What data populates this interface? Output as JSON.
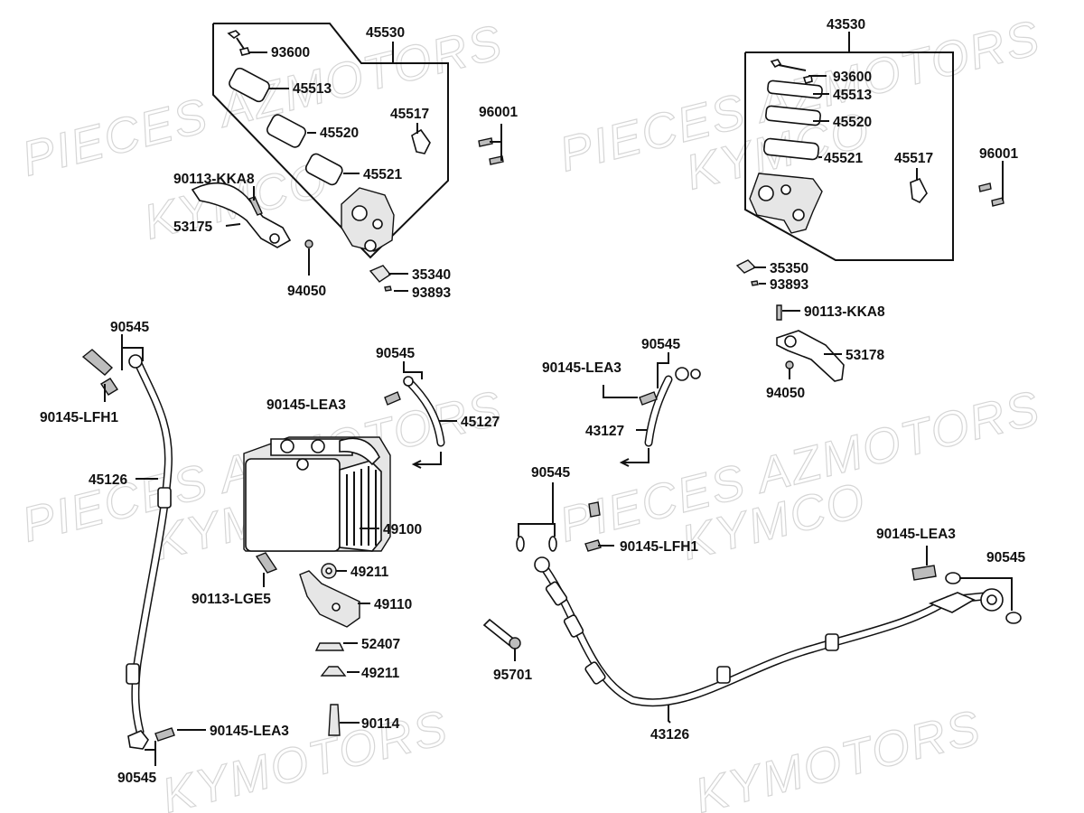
{
  "watermarks": [
    {
      "id": "wm1",
      "text": "PIECES AZMOTORS"
    },
    {
      "id": "wm2",
      "text": "KYMCO"
    },
    {
      "id": "wm3",
      "text": "PIECES AZMOTORS"
    },
    {
      "id": "wm4",
      "text": "KYMCO"
    },
    {
      "id": "wm5",
      "text": "PIECES AZMOTORS"
    },
    {
      "id": "wm6",
      "text": "KYMCO"
    },
    {
      "id": "wm7",
      "text": "PIECES AZMOTORS"
    },
    {
      "id": "wm8",
      "text": "KYMCO"
    },
    {
      "id": "wm9",
      "text": "KYMOTORS"
    },
    {
      "id": "wm10",
      "text": "KYMOTORS"
    }
  ],
  "labels": [
    {
      "id": "l45530",
      "text": "45530"
    },
    {
      "id": "l93600a",
      "text": "93600"
    },
    {
      "id": "l45513a",
      "text": "45513"
    },
    {
      "id": "l45517a",
      "text": "45517"
    },
    {
      "id": "l45520a",
      "text": "45520"
    },
    {
      "id": "l45521a",
      "text": "45521"
    },
    {
      "id": "l96001a",
      "text": "96001"
    },
    {
      "id": "l90113a",
      "text": "90113-KKA8"
    },
    {
      "id": "l53175",
      "text": "53175"
    },
    {
      "id": "l94050a",
      "text": "94050"
    },
    {
      "id": "l35340",
      "text": "35340"
    },
    {
      "id": "l93893a",
      "text": "93893"
    },
    {
      "id": "l43530",
      "text": "43530"
    },
    {
      "id": "l93600b",
      "text": "93600"
    },
    {
      "id": "l45513b",
      "text": "45513"
    },
    {
      "id": "l45520b",
      "text": "45520"
    },
    {
      "id": "l45521b",
      "text": "45521"
    },
    {
      "id": "l45517b",
      "text": "45517"
    },
    {
      "id": "l96001b",
      "text": "96001"
    },
    {
      "id": "l35350",
      "text": "35350"
    },
    {
      "id": "l93893b",
      "text": "93893"
    },
    {
      "id": "l90113b",
      "text": "90113-KKA8"
    },
    {
      "id": "l53178",
      "text": "53178"
    },
    {
      "id": "l94050b",
      "text": "94050"
    },
    {
      "id": "l90545a",
      "text": "90545"
    },
    {
      "id": "l90145LFH1a",
      "text": "90145-LFH1"
    },
    {
      "id": "l45126",
      "text": "45126"
    },
    {
      "id": "l90145LEA3a",
      "text": "90145-LEA3"
    },
    {
      "id": "l90545b",
      "text": "90545"
    },
    {
      "id": "l90545c",
      "text": "90545"
    },
    {
      "id": "l90145LEA3b",
      "text": "90145-LEA3"
    },
    {
      "id": "l45127",
      "text": "45127"
    },
    {
      "id": "l49100",
      "text": "49100"
    },
    {
      "id": "l49211a",
      "text": "49211"
    },
    {
      "id": "l90113LGE5",
      "text": "90113-LGE5"
    },
    {
      "id": "l49110",
      "text": "49110"
    },
    {
      "id": "l52407",
      "text": "52407"
    },
    {
      "id": "l49211b",
      "text": "49211"
    },
    {
      "id": "l90114",
      "text": "90114"
    },
    {
      "id": "l90545d",
      "text": "90545"
    },
    {
      "id": "l90145LEA3c",
      "text": "90145-LEA3"
    },
    {
      "id": "l43127",
      "text": "43127"
    },
    {
      "id": "l90545e",
      "text": "90545"
    },
    {
      "id": "l90145LFH1b",
      "text": "90145-LFH1"
    },
    {
      "id": "l95701",
      "text": "95701"
    },
    {
      "id": "l43126",
      "text": "43126"
    },
    {
      "id": "l90145LEA3d",
      "text": "90145-LEA3"
    },
    {
      "id": "l90545f",
      "text": "90545"
    }
  ]
}
